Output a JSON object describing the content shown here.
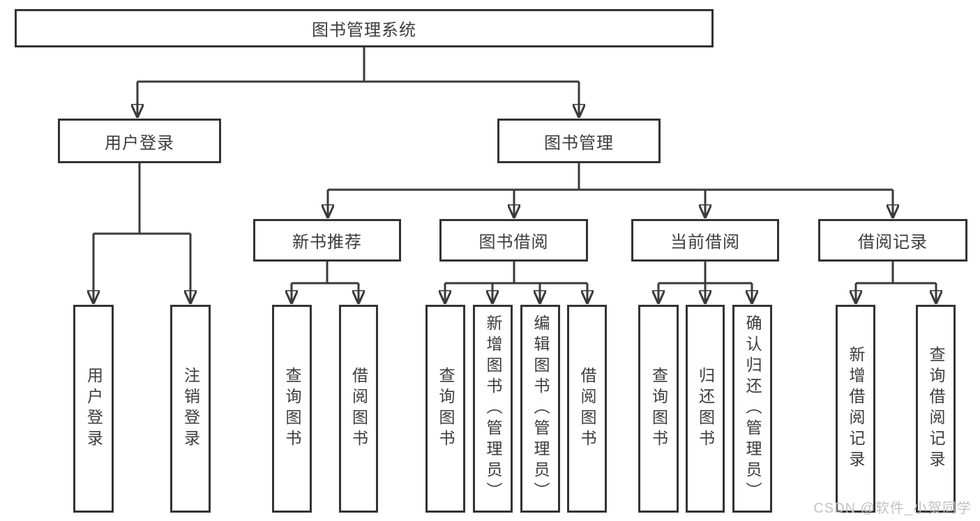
{
  "diagram": {
    "title": "图书管理系统",
    "watermark": "CSDN @软件_小贺同学",
    "colors": {
      "background": "#ffffff",
      "line": "#3a3a3a",
      "box_border": "#333333",
      "text": "#3c3c3c",
      "watermark": "#c3c3c3"
    },
    "nodes": {
      "root": "图书管理系统",
      "user_login": "用户登录",
      "book_mgmt": "图书管理",
      "new_book_rec": "新书推荐",
      "book_borrow": "图书借阅",
      "current_borrow": "当前借阅",
      "borrow_records": "借阅记录",
      "leaf_user_login": "用户登录",
      "leaf_logout": "注销登录",
      "leaf_rec_query": "查询图书",
      "leaf_rec_borrow": "借阅图书",
      "leaf_borrow_query": "查询图书",
      "leaf_borrow_add": "新增图书（管理员）",
      "leaf_borrow_edit": "编辑图书（管理员）",
      "leaf_borrow_borrow": "借阅图书",
      "leaf_current_query": "查询图书",
      "leaf_current_return": "归还图书",
      "leaf_current_confirm": "确认归还（管理员）",
      "leaf_records_add": "新增借阅记录",
      "leaf_records_query": "查询借阅记录"
    },
    "hierarchy": [
      {
        "parent": "图书管理系统",
        "children": [
          "用户登录",
          "图书管理"
        ]
      },
      {
        "parent": "用户登录",
        "children": [
          "用户登录",
          "注销登录"
        ]
      },
      {
        "parent": "图书管理",
        "children": [
          "新书推荐",
          "图书借阅",
          "当前借阅",
          "借阅记录"
        ]
      },
      {
        "parent": "新书推荐",
        "children": [
          "查询图书",
          "借阅图书"
        ]
      },
      {
        "parent": "图书借阅",
        "children": [
          "查询图书",
          "新增图书（管理员）",
          "编辑图书（管理员）",
          "借阅图书"
        ]
      },
      {
        "parent": "当前借阅",
        "children": [
          "查询图书",
          "归还图书",
          "确认归还（管理员）"
        ]
      },
      {
        "parent": "借阅记录",
        "children": [
          "新增借阅记录",
          "查询借阅记录"
        ]
      }
    ]
  }
}
